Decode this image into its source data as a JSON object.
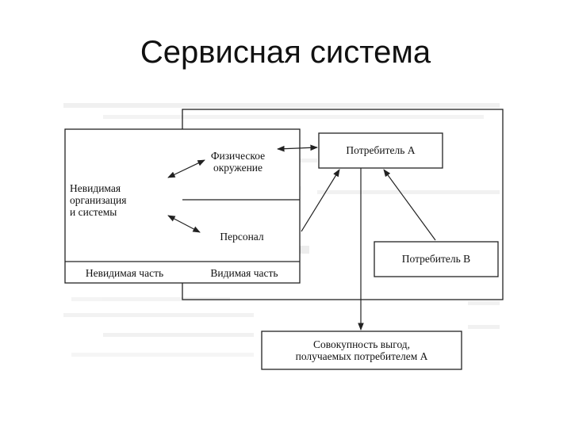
{
  "title": "Сервисная система",
  "diagram": {
    "labels": {
      "physical_environment": [
        "Физическое",
        "окружение"
      ],
      "invisible_org": [
        "Невидимая",
        "организация",
        "и системы"
      ],
      "personnel": "Персонал",
      "invisible_part": "Невидимая часть",
      "visible_part": "Видимая часть",
      "consumer_a": "Потребитель A",
      "consumer_b": "Потребитель B",
      "benefits": [
        "Совокупность выгод,",
        "получаемых потребителем A"
      ]
    },
    "colors": {
      "line": "#222222",
      "background_text": "#c8c8c8"
    }
  }
}
